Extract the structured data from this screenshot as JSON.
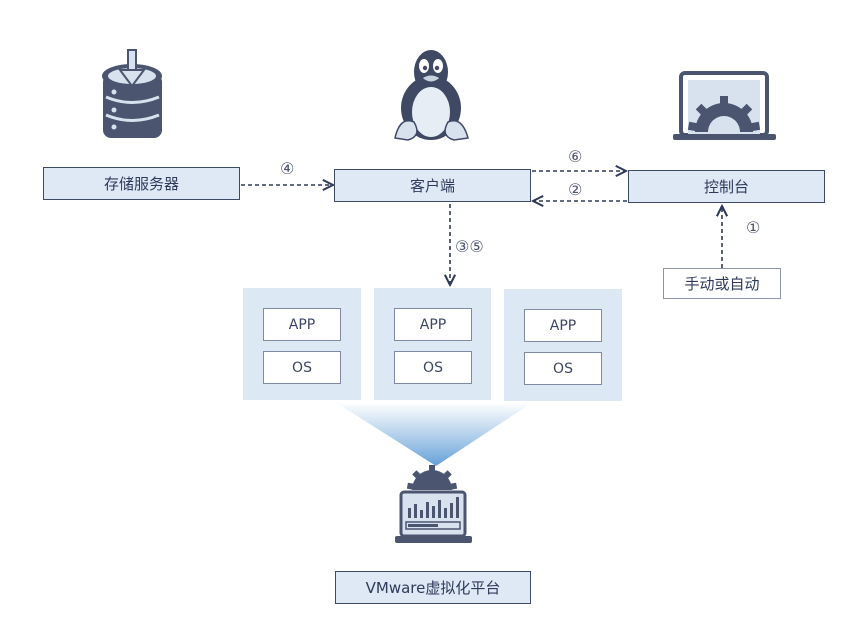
{
  "nodes": {
    "storage": "存储服务器",
    "client": "客户端",
    "console": "控制台",
    "manual_auto": "手动或自动",
    "platform": "VMware虚拟化平台"
  },
  "vms": [
    {
      "app": "APP",
      "os": "OS"
    },
    {
      "app": "APP",
      "os": "OS"
    },
    {
      "app": "APP",
      "os": "OS"
    }
  ],
  "steps": {
    "s1": "①",
    "s2": "②",
    "s35": "③⑤",
    "s4": "④",
    "s6": "⑥"
  },
  "icons": {
    "storage": "database-download-icon",
    "client": "linux-penguin-icon",
    "console": "laptop-gear-icon",
    "platform": "monitor-gear-icon"
  },
  "colors": {
    "box_fill": "#dfe9f5",
    "icon_dark": "#4b5570",
    "icon_light": "#d8e2ee",
    "arrow": "#2f3a5a"
  }
}
